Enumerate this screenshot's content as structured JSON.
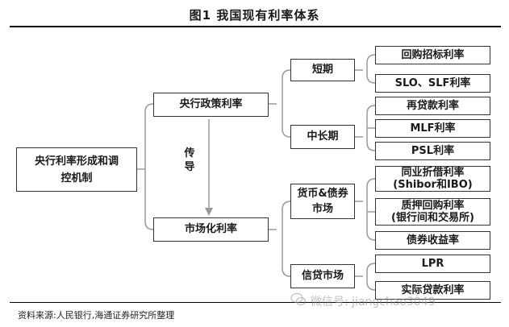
{
  "title": "图1  我国现有利率体系",
  "root": "央行利率形成和调控机制",
  "policy": {
    "label": "央行政策利率",
    "short_term": {
      "label": "短期",
      "items": [
        "回购招标利率",
        "SLO、SLF利率"
      ]
    },
    "mid_long_term": {
      "label": "中长期",
      "items": [
        "再贷款利率",
        "MLF利率",
        "PSL利率"
      ]
    }
  },
  "transmission": "传导",
  "market": {
    "label": "市场化利率",
    "money_bond": {
      "label": "货币&债券市场",
      "items": [
        [
          "同业折借利率",
          "(Shibor和IBO)"
        ],
        [
          "质押回购利率",
          "(银行间和交易所)"
        ],
        [
          "债券收益率"
        ]
      ]
    },
    "credit": {
      "label": "信贷市场",
      "items": [
        "LPR",
        "实际贷款利率"
      ]
    }
  },
  "source": "资料来源:人民银行,海通证券研究所整理",
  "watermark": "微信号: jiangchao3049",
  "colors": {
    "line": "#999999",
    "border": "#333333",
    "text": "#1a1a1a"
  }
}
